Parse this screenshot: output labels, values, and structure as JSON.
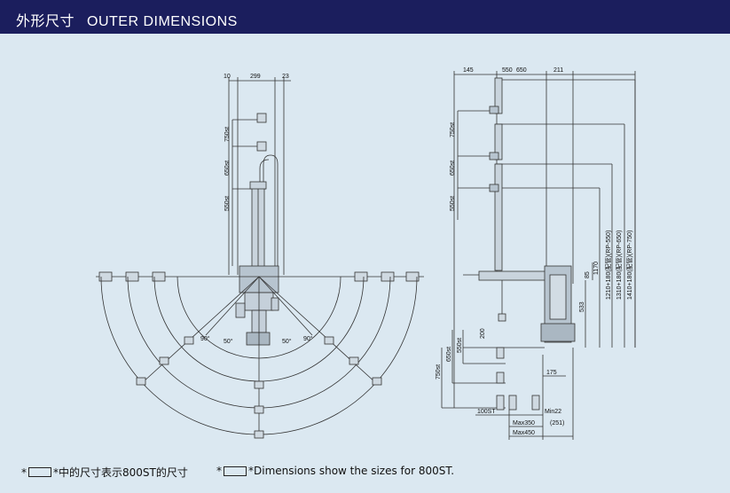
{
  "header": {
    "title_cn": "外形尺寸",
    "title_en": "OUTER DIMENSIONS",
    "background": "#1b1e5d"
  },
  "front_view": {
    "top_dims": [
      "10",
      "299",
      "23"
    ],
    "stroke_labels": [
      "750st",
      "650st",
      "550st"
    ],
    "angle_labels": [
      "90°",
      "50°",
      "50°",
      "90°"
    ]
  },
  "side_view": {
    "top_dims": [
      "145",
      "550",
      "650",
      "211"
    ],
    "stroke_labels_upper": [
      "750st",
      "650st",
      "550st"
    ],
    "stroke_labels_lower": [
      "550st",
      "650st",
      "750st"
    ],
    "vertical_dims": [
      "1210+180(配管)(RP-550)",
      "1310+180(配管)(RP-650)",
      "1410+180(配管)(RP-750)",
      "1170",
      "85",
      "533",
      "200"
    ],
    "horizontal_dims": [
      "175",
      "100ST",
      "Min22",
      "Max350",
      "Max450",
      "(251)"
    ]
  },
  "footnotes": {
    "cn": "中的尺寸表示800ST的尺寸",
    "en": "Dimensions show the sizes for 800ST.",
    "mark": "*"
  }
}
